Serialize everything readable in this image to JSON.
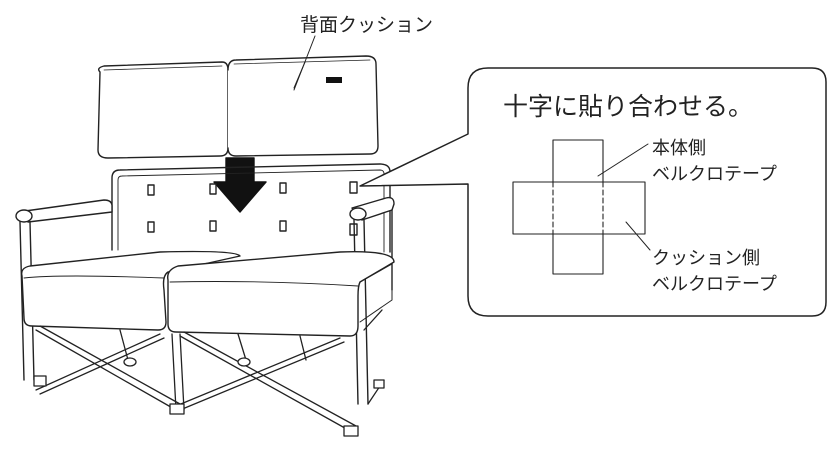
{
  "labels": {
    "back_cushion": "背面クッション",
    "callout_title": "十字に貼り合わせる。",
    "body_velcro_line1": "本体側",
    "body_velcro_line2": "ベルクロテープ",
    "cushion_velcro_line1": "クッション側",
    "cushion_velcro_line2": "ベルクロテープ"
  },
  "colors": {
    "line": "#222222",
    "arrow": "#111111",
    "background": "#ffffff"
  },
  "icons": {
    "arrow": "down-arrow-icon"
  }
}
